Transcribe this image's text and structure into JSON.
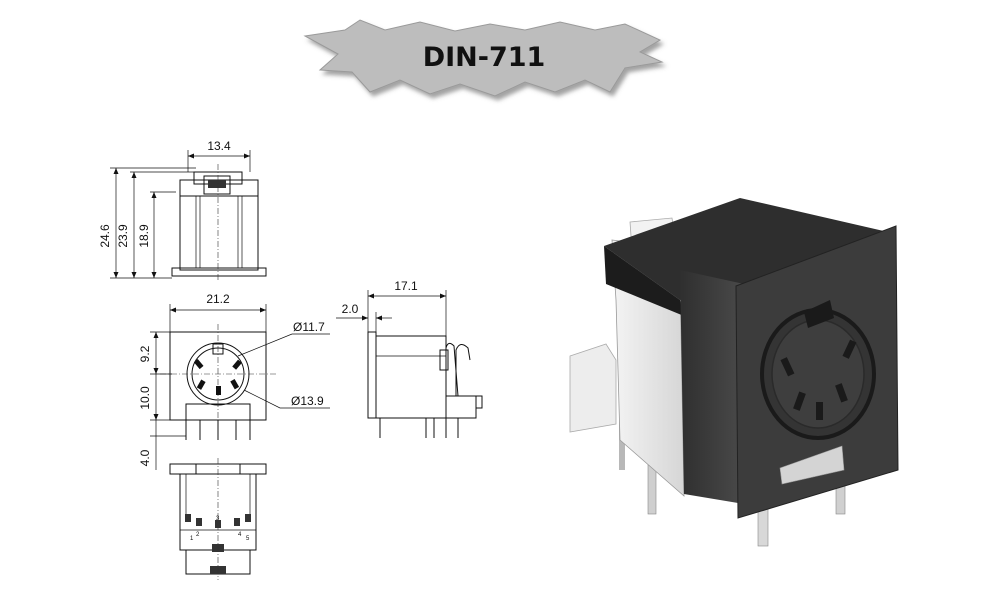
{
  "title": "DIN-711",
  "dimensions": {
    "side_width": "13.4",
    "overall_height": "24.6",
    "body_height": "23.9",
    "lower_height": "18.9",
    "front_width": "21.2",
    "ring_diameter": "Ø11.7",
    "flange_diameter": "Ø13.9",
    "upper_to_center": "9.2",
    "center_to_base": "10.0",
    "pin_length": "4.0",
    "flange_thickness": "2.0",
    "depth": "17.1"
  },
  "pin_numbers": [
    "1",
    "2",
    "3",
    "4",
    "5"
  ],
  "colors": {
    "drawing_line": "#111111",
    "banner_fill": "#bdbdbd",
    "body_dark": "#3a3a3a",
    "insert_light": "#e9e9e9"
  }
}
